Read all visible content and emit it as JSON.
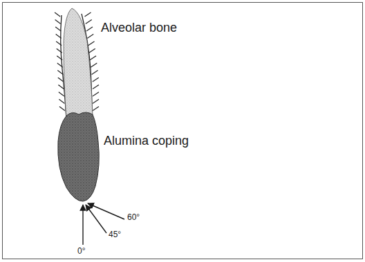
{
  "diagram": {
    "labels": [
      "Alveolar bone",
      "Alumina coping",
      "60°",
      "45°",
      "0°"
    ]
  }
}
